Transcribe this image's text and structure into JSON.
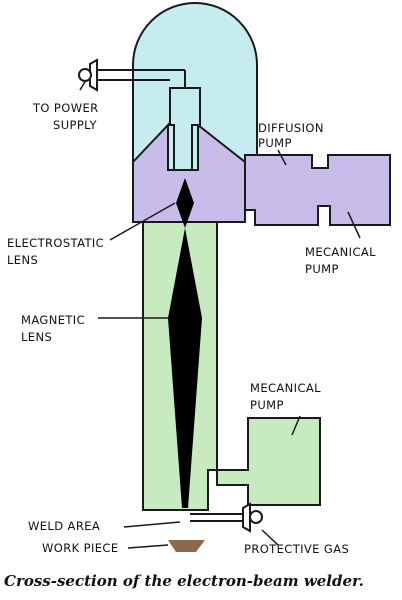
{
  "labels": {
    "power_supply": [
      "TO POWER",
      "SUPPLY"
    ],
    "diffusion_pump": [
      "DIFFUSION",
      "PUMP"
    ],
    "electrostatic_lens": [
      "ELECTROSTATIC",
      "LENS"
    ],
    "mecanical_pump_1": [
      "MECANICAL",
      "PUMP"
    ],
    "magnetic_lens": [
      "MAGNETIC",
      "LENS"
    ],
    "mecanical_pump_2": [
      "MECANICAL",
      "PUMP"
    ],
    "weld_area": "WELD AREA",
    "work_piece": "WORK PIECE",
    "protective_gas": "PROTECTIVE GAS"
  },
  "caption": "Cross-section of the electron-beam welder.",
  "colors": {
    "upper_chamber": "#c6ecf0",
    "lens_chamber": "#c8bdea",
    "column": "#c8eac0",
    "pump": "#c8bdea",
    "lower_pump": "#c8eac0",
    "beam": "#000000",
    "outline": "#1a1a1a",
    "work_piece": "#8a6a4a"
  },
  "icons": [
    "plug-icon",
    "plug-icon"
  ]
}
